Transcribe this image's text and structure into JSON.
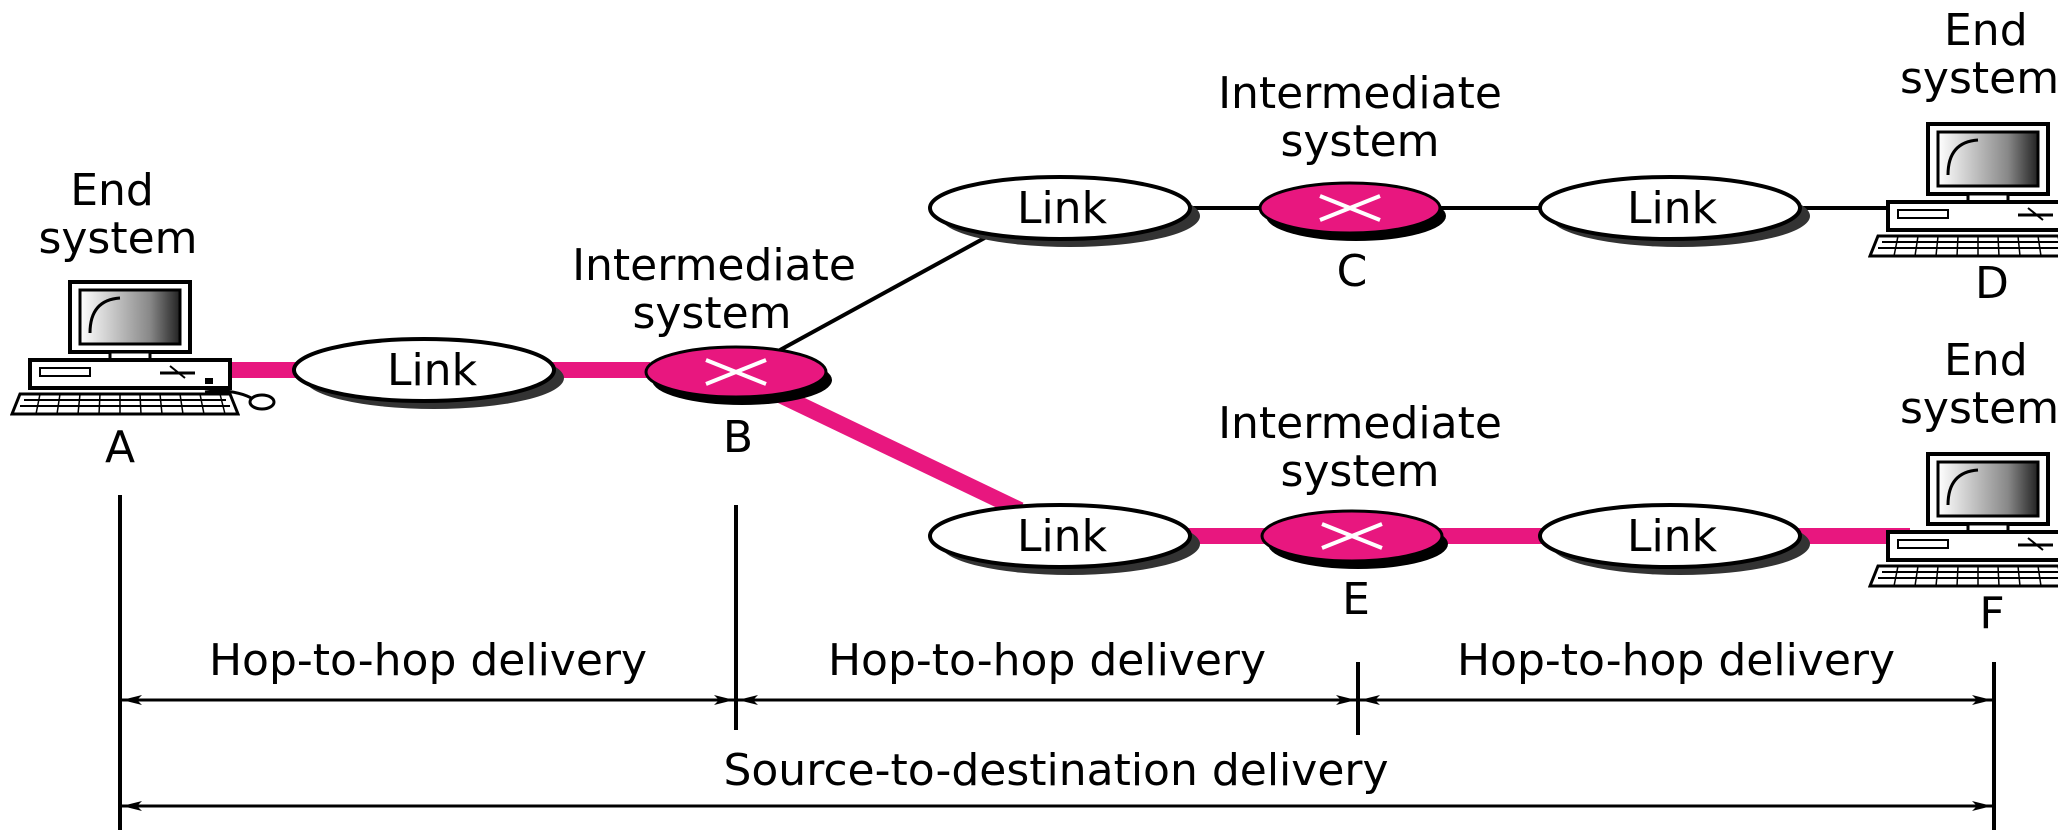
{
  "colors": {
    "accent": "#e8177f",
    "path_black": "#000000",
    "oval_fill": "#ffffff",
    "shadow": "#333333"
  },
  "nodes": {
    "A": {
      "title_line1": "End",
      "title_line2": "system",
      "letter": "A",
      "icon": "computer-icon"
    },
    "B": {
      "title_line1": "Intermediate",
      "title_line2": "system",
      "letter": "B",
      "icon": "router-icon"
    },
    "C": {
      "title_line1": "Intermediate",
      "title_line2": "system",
      "letter": "C",
      "icon": "router-icon"
    },
    "D": {
      "title_line1": "End",
      "title_line2": "system",
      "letter": "D",
      "icon": "computer-icon"
    },
    "E": {
      "title_line1": "Intermediate",
      "title_line2": "system",
      "letter": "E",
      "icon": "router-icon"
    },
    "F": {
      "title_line1": "End",
      "title_line2": "system",
      "letter": "F",
      "icon": "computer-icon"
    }
  },
  "links": {
    "ab": "Link",
    "bc": "Link",
    "cd": "Link",
    "be": "Link",
    "ef": "Link"
  },
  "delivery": {
    "hop1": "Hop-to-hop delivery",
    "hop2": "Hop-to-hop delivery",
    "hop3": "Hop-to-hop delivery",
    "source_to_dest": "Source-to-destination delivery"
  }
}
